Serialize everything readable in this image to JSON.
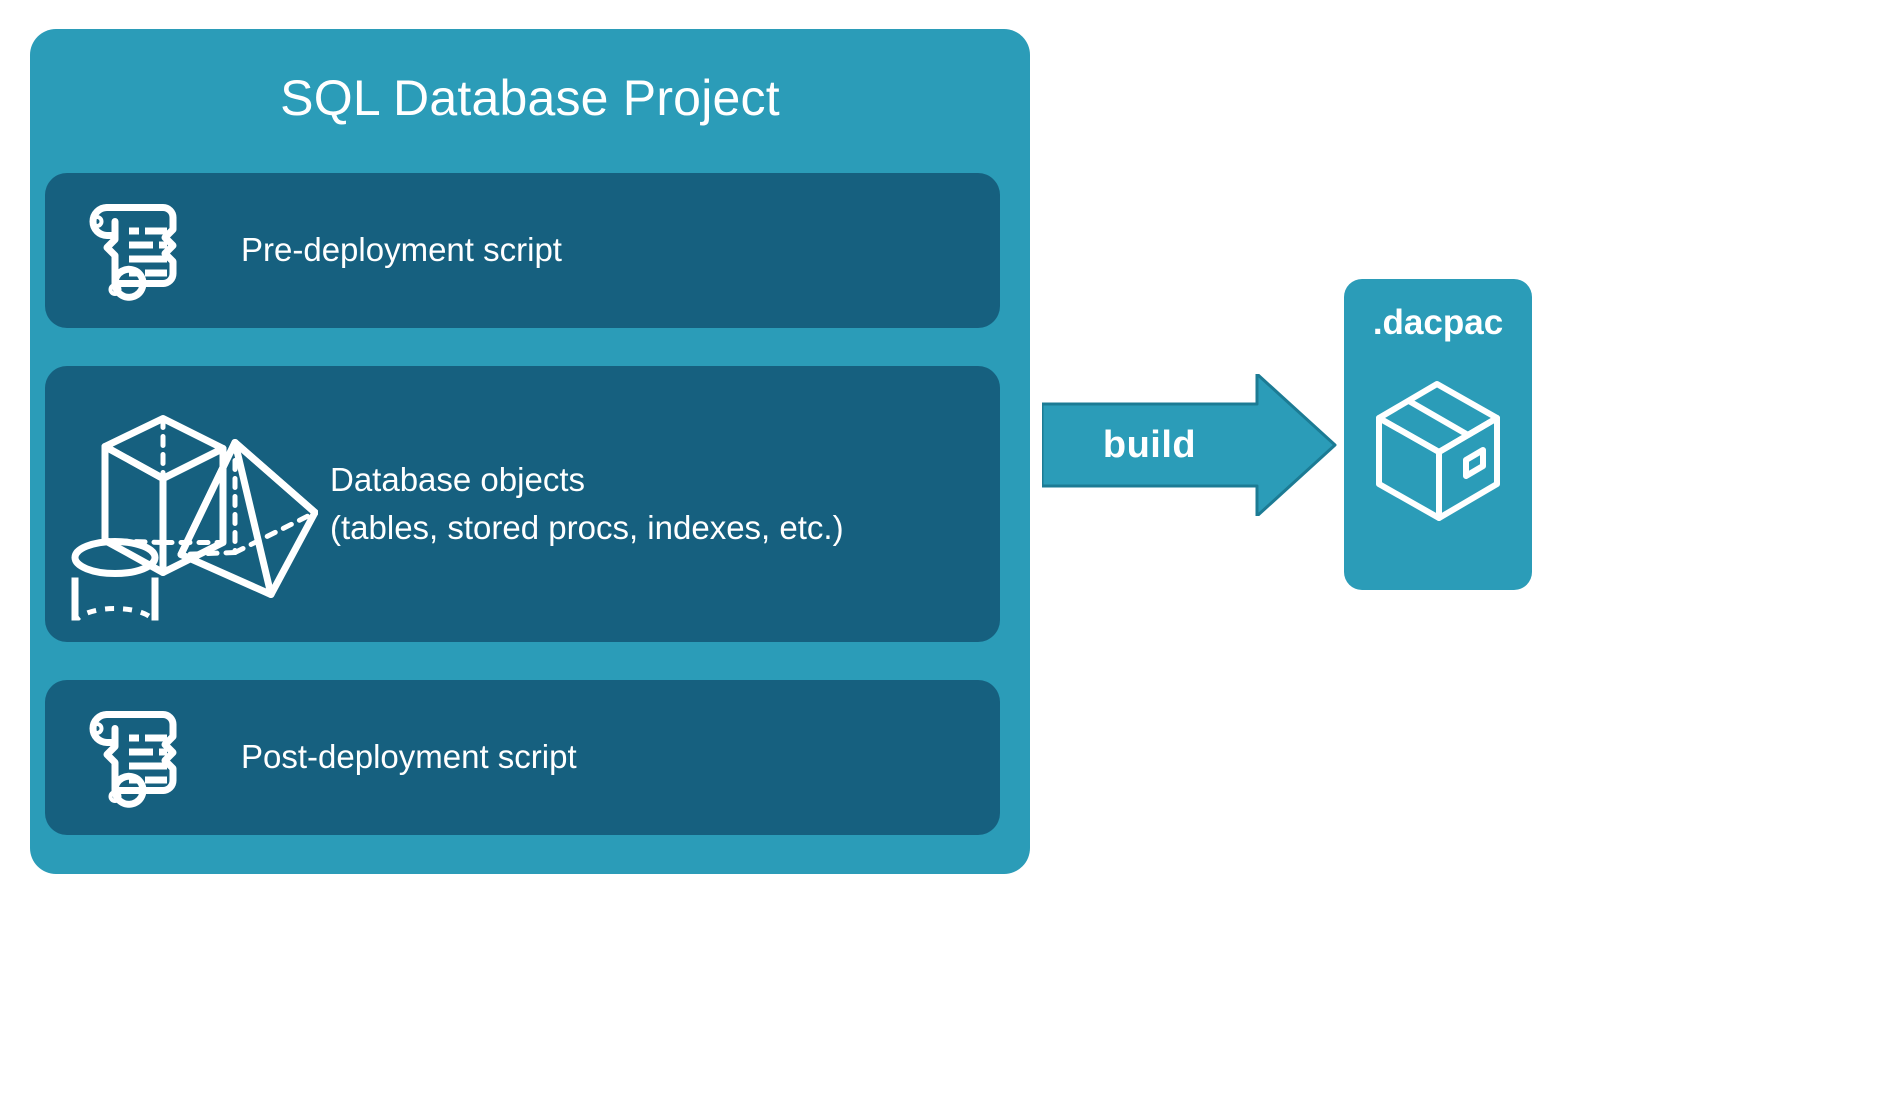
{
  "diagram": {
    "title": "SQL Database Project",
    "background_color": "#ffffff",
    "container_color": "#2b9cb8",
    "row_color": "#16607f",
    "text_color": "#ffffff"
  },
  "project": {
    "title": "SQL Database Project",
    "rows": [
      {
        "id": "pre-deployment",
        "label": "Pre-deployment script",
        "icon": "scroll-icon"
      },
      {
        "id": "database-objects",
        "label": "Database objects\n(tables, stored procs, indexes, etc.)",
        "line1": "Database objects",
        "line2": "(tables, stored procs, indexes, etc.)",
        "icon": "three-d-shapes-icon"
      },
      {
        "id": "post-deployment",
        "label": "Post-deployment script",
        "icon": "scroll-icon"
      }
    ]
  },
  "arrow": {
    "label": "build",
    "direction": "right",
    "color": "#2b9cb8",
    "icon": "arrow-right-icon"
  },
  "output": {
    "label": ".dacpac",
    "icon": "package-box-icon",
    "color": "#2b9cb8"
  }
}
